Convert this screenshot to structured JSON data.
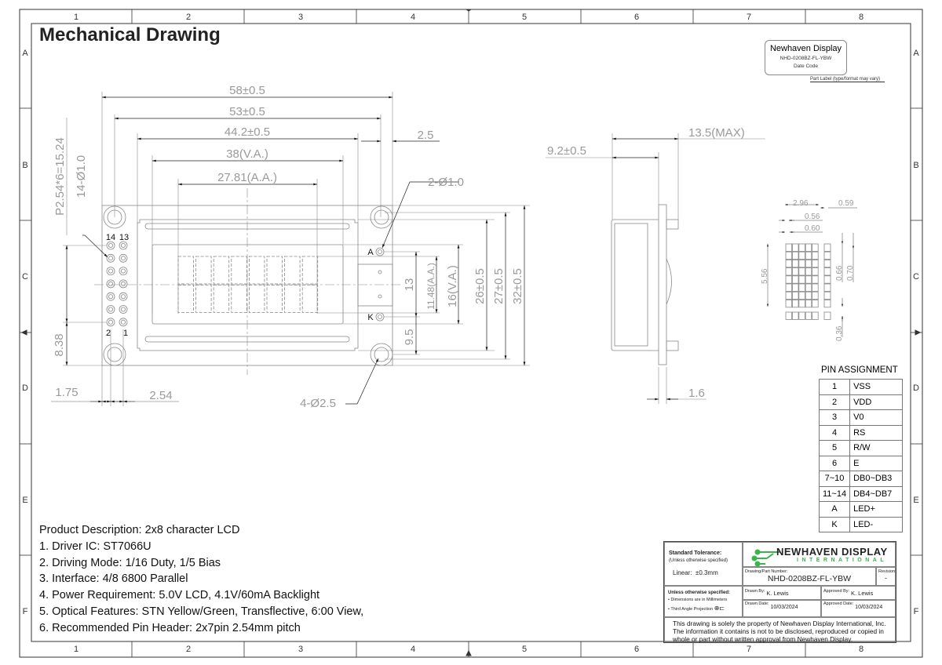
{
  "title": "Mechanical Drawing",
  "grid": {
    "columns": [
      "1",
      "2",
      "3",
      "4",
      "5",
      "6",
      "7",
      "8"
    ],
    "rows": [
      "A",
      "B",
      "C",
      "D",
      "E",
      "F"
    ]
  },
  "part_label": {
    "brand": "Newhaven Display",
    "part": "NHD-0208BZ-FL-YBW",
    "date_code": "Date Code",
    "note": "Part Label (type/format may vary)"
  },
  "front_view": {
    "dims": {
      "w58": "58±0.5",
      "w53": "53±0.5",
      "w44": "44.2±0.5",
      "va_w": "38(V.A.)",
      "aa_w": "27.81(A.A.)",
      "d25": "2.5",
      "holes_small": "2-Ø1.0",
      "pitch": "P2.54*6=15.24",
      "pins_dia": "14-Ø1.0",
      "h838": "8.38",
      "d175": "1.75",
      "d254": "2.54",
      "holes_big": "4-Ø2.5",
      "h13": "13",
      "aa_h": "11.48(A.A.)",
      "va_h": "16(V.A.)",
      "h26": "26±0.5",
      "h27": "27±0.5",
      "h32": "32±0.5",
      "h95": "9.5"
    },
    "pin_labels": {
      "p14": "14",
      "p13": "13",
      "p2": "2",
      "p1": "1",
      "a": "A",
      "k": "K"
    }
  },
  "side_view": {
    "dims": {
      "max": "13.5(MAX)",
      "depth": "9.2±0.5",
      "pcb": "1.6"
    }
  },
  "char_detail": {
    "dims": {
      "w296": "2.96",
      "w059": "0.59",
      "w056": "0.56",
      "w060": "0.60",
      "h556": "5.56",
      "h066": "0.66",
      "h070": "0.70",
      "h036": "0.36"
    }
  },
  "pin_assignment": {
    "header": "PIN ASSIGNMENT",
    "rows": [
      {
        "pin": "1",
        "signal": "VSS"
      },
      {
        "pin": "2",
        "signal": "VDD"
      },
      {
        "pin": "3",
        "signal": "V0"
      },
      {
        "pin": "4",
        "signal": "RS"
      },
      {
        "pin": "5",
        "signal": "R/W"
      },
      {
        "pin": "6",
        "signal": "E"
      },
      {
        "pin": "7~10",
        "signal": "DB0~DB3"
      },
      {
        "pin": "11~14",
        "signal": "DB4~DB7"
      },
      {
        "pin": "A",
        "signal": "LED+"
      },
      {
        "pin": "K",
        "signal": "LED-"
      }
    ]
  },
  "description": [
    "Product Description: 2x8 character LCD",
    "1. Driver IC: ST7066U",
    "2. Driving Mode: 1/16 Duty, 1/5 Bias",
    "3. Interface: 4/8 6800 Parallel",
    "4. Power Requirement: 5.0V LCD, 4.1V/60mA Backlight",
    "5. Optical Features: STN Yellow/Green, Transflective, 6:00 View,",
    "6. Recommended Pin Header: 2x7pin 2.54mm pitch"
  ],
  "title_block": {
    "tolerance_label": "Standard Tolerance:",
    "tolerance_sub": "(Unless otherwise specified)",
    "linear_label": "Linear:",
    "linear_value": "±0.3mm",
    "logo_main": "NEWHAVEN DISPLAY",
    "logo_sub": "INTERNATIONAL",
    "part_number_label": "Drawing/Part Number:",
    "part_number": "NHD-0208BZ-FL-YBW",
    "revision_label": "Revision:",
    "revision": "-",
    "unless_label": "Unless otherwise specified:",
    "unless_1": "• Dimensions are in Millimeters",
    "unless_2": "• Third Angle Projection",
    "drawn_by_label": "Drawn By:",
    "drawn_by": "K. Lewis",
    "approved_by_label": "Approved By:",
    "approved_by": "K. Lewis",
    "drawn_date_label": "Drawn Date:",
    "drawn_date": "10/03/2024",
    "approved_date_label": "Approved Date:",
    "approved_date": "10/03/2024",
    "notice": "This drawing is solely the property of Newhaven Display International, Inc. The information it contains is not to be disclosed, reproduced or copied in whole or part without written approval from Newhaven Display."
  },
  "colors": {
    "line": "#888888",
    "frame": "#333333",
    "logo_green": "#39b54a"
  }
}
